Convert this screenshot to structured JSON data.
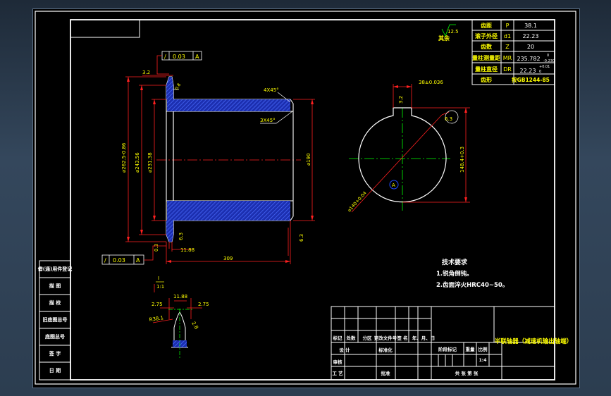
{
  "parameter_table": {
    "rows": [
      {
        "name": "齿距",
        "symbol": "P",
        "value": "38.1"
      },
      {
        "name": "滚子外径",
        "symbol": "d1",
        "value": "22.23"
      },
      {
        "name": "齿数",
        "symbol": "Z",
        "value": "20"
      },
      {
        "name": "量柱测量距",
        "symbol": "MR",
        "value": "235.782",
        "tol_upper": "0",
        "tol_lower": "-0.230"
      },
      {
        "name": "量柱直径",
        "symbol": "DR",
        "value": "22.23",
        "tol_upper": "+0.01",
        "tol_lower": "0"
      },
      {
        "name": "齿形",
        "symbol": "",
        "value": "按GB1244-85"
      }
    ]
  },
  "roughness_note": {
    "value": "12.5",
    "label": "其余"
  },
  "gdt": [
    {
      "symbol": "/",
      "value": "0.03",
      "datum": "A"
    },
    {
      "symbol": "/",
      "value": "0.03",
      "datum": "A"
    }
  ],
  "front_view": {
    "dim_3_2": "3.2",
    "chamfer_top": "4X45°",
    "chamfer_inner": "3X45°",
    "roughness_flange": "0.8",
    "dia_left_1": "⌀262.5-0.86",
    "dia_left_2": "⌀243.56",
    "dia_left_3": "⌀231.38",
    "dia_bore": "⌀190",
    "roughness_bottom": "6.3",
    "roughness_right": "6.3",
    "dim_0_3": "0.3",
    "dim_11_88": "11.88",
    "dim_length": "309"
  },
  "side_view": {
    "keyway": "38±0.036",
    "dim_3_2": "3.2",
    "roughness": "6.3",
    "dim_height": "148.4+0.3",
    "dia": "⌀140+0.04",
    "datum": "A"
  },
  "detail_view": {
    "scale_label": "I",
    "scale": "1:1",
    "width": "11.88",
    "left": "2.75",
    "right": "2.75",
    "radius": "R38.1",
    "dim_2_8": "2.8"
  },
  "tech_req": {
    "title": "技术要求",
    "items": [
      "1.锐角倒钝。",
      "2.齿面淬火HRC40~50。"
    ]
  },
  "left_strip": [
    "借(通)用件登记",
    "描 图",
    "描 校",
    "旧底图总号",
    "底图总号",
    "签 字",
    "日 期"
  ],
  "title_block": {
    "part_name": "半联轴器（减速机输出轴端）",
    "change_headers": [
      "标记",
      "处数",
      "分区",
      "更改文件号",
      "签 名",
      "年、月、日"
    ],
    "row_design": "设 计",
    "row_standard": "标准化",
    "row_review": "审核",
    "row_process": "工 艺",
    "row_approve": "批准",
    "stage_label": "阶段标记",
    "weight_label": "重量",
    "scale_label": "比例",
    "scale_value": "1:4",
    "sheets": "共 张 第 张"
  }
}
